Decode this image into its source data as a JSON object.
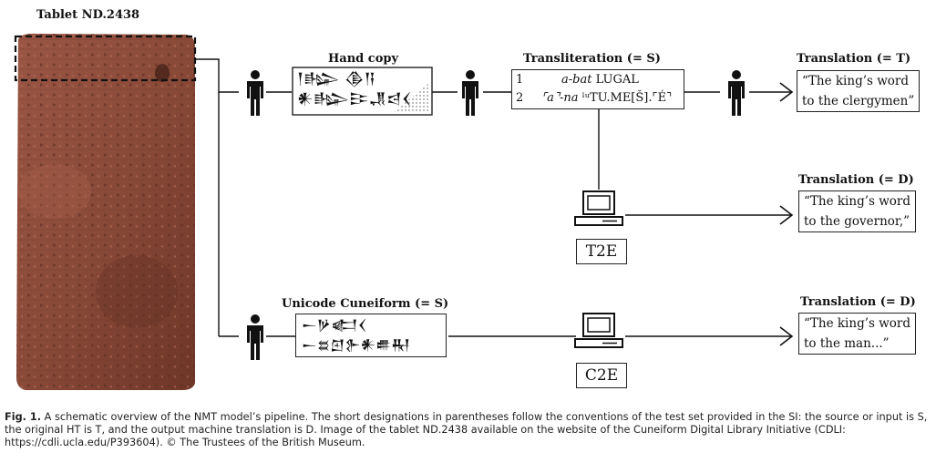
{
  "tablet": {
    "title": "Tablet ND.2438"
  },
  "hand_copy": {
    "title": "Hand copy",
    "line1": "𒁹𒈗 𒆠𒀀",
    "line2": "𒀭𒈗𒄿𒂗𒁀𒌋"
  },
  "transliteration": {
    "title": "Transliteration (= S)",
    "lines": [
      {
        "num": "1",
        "text_italic": "a-bat",
        "text_rest": " LUGAL"
      },
      {
        "num": "2",
        "text_italic": "⌜a⌝-na",
        "text_rest": " ˡᵘTU.ME[Š].⌜É⌝"
      }
    ]
  },
  "translation_t": {
    "title": "Translation (= T)",
    "lines": [
      "“The king’s word",
      "to the clergymen”"
    ]
  },
  "translation_d1": {
    "title": "Translation (= D)",
    "lines": [
      "“The king’s word",
      "to the governor,”"
    ]
  },
  "unicode": {
    "title": "Unicode Cuneiform (= S)",
    "line1": "𒀸𒃻𒅗𒌋",
    "line2": "𒀸𒊺𒇻𒉿𒀭𒌑𒊑"
  },
  "translation_d2": {
    "title": "Translation (= D)",
    "lines": [
      "“The king’s word",
      "to the man...”"
    ]
  },
  "models": {
    "t2e": "T2E",
    "c2e": "C2E"
  },
  "caption": {
    "label": "Fig. 1.",
    "text": " A schematic overview of the NMT model’s pipeline. The short designations in parentheses follow the conventions of the test set provided in the SI: the source or input is S, the original HT is T, and the output machine translation is D. Image of the tablet ND.2438 available on the website of the Cuneiform Digital Library Initiative (CDLI: https://cdli.ucla.edu/P393604). © The Trustees of the British Museum."
  },
  "colors": {
    "tablet": "#8a4a38",
    "tablet_dark": "#5e2f23",
    "line": "#111111",
    "text": "#111111"
  },
  "icons": [
    "person-icon",
    "computer-icon",
    "arrow-icon",
    "tablet-image",
    "dashed-selection"
  ]
}
